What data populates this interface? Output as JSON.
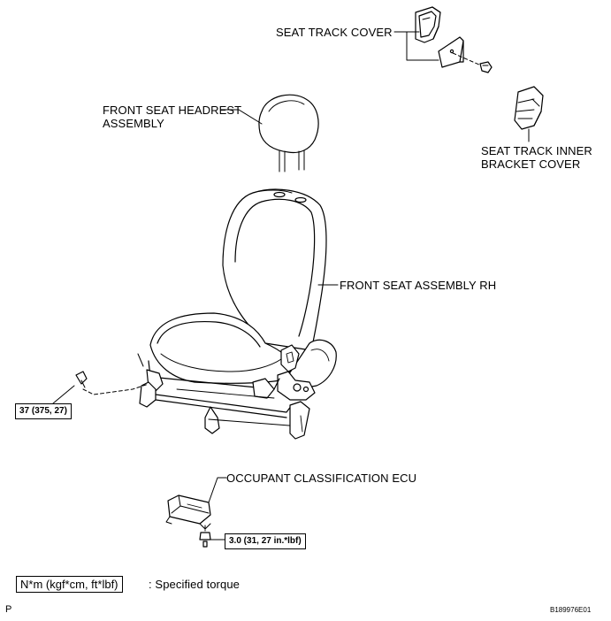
{
  "labels": {
    "seat_track_cover": "SEAT TRACK COVER",
    "headrest_line1": "FRONT SEAT HEADREST",
    "headrest_line2": "ASSEMBLY",
    "inner_bracket_line1": "SEAT TRACK INNER",
    "inner_bracket_line2": "BRACKET COVER",
    "front_seat": "FRONT SEAT ASSEMBLY RH",
    "occupant_ecu": "OCCUPANT CLASSIFICATION ECU"
  },
  "torques": {
    "seat_bolt": "37 (375, 27)",
    "ecu_bolt": "3.0 (31, 27 in.*lbf)"
  },
  "legend": {
    "units": "N*m (kgf*cm, ft*lbf)",
    "description": ": Specified torque"
  },
  "footer": {
    "page_letter": "P",
    "figure_id": "B189976E01"
  }
}
